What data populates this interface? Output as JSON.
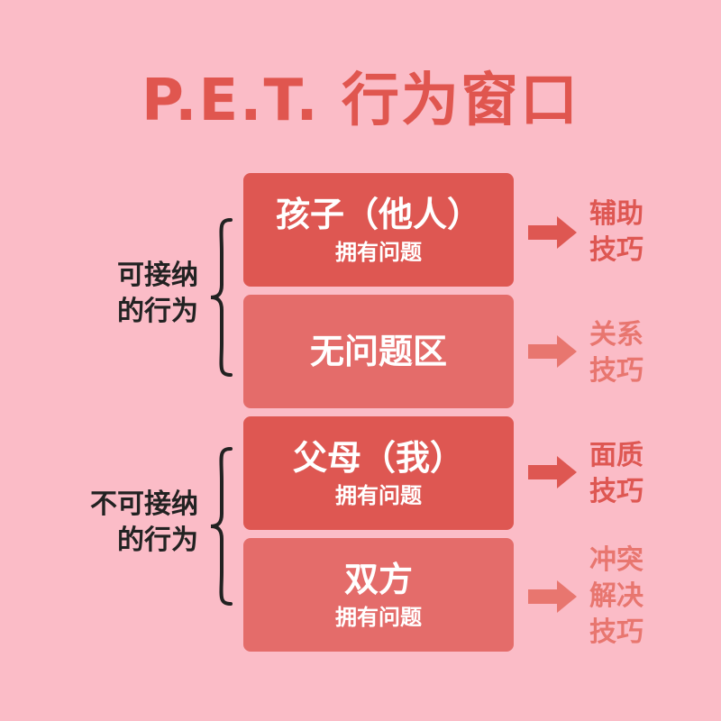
{
  "title": "P.E.T. 行为窗口",
  "left_groups": [
    {
      "lines": [
        "可接纳",
        "的行为"
      ]
    },
    {
      "lines": [
        "不可接纳",
        "的行为"
      ]
    }
  ],
  "boxes": [
    {
      "main": "孩子（他人）",
      "sub": "拥有问题"
    },
    {
      "main": "无问题区",
      "sub": ""
    },
    {
      "main": "父母（我）",
      "sub": "拥有问题"
    },
    {
      "main": "双方",
      "sub": "拥有问题"
    }
  ],
  "skills": [
    {
      "lines": [
        "辅助",
        "技巧"
      ]
    },
    {
      "lines": [
        "关系",
        "技巧"
      ]
    },
    {
      "lines": [
        "面质",
        "技巧"
      ]
    },
    {
      "lines": [
        "冲突",
        "解决",
        "技巧"
      ]
    }
  ],
  "colors": {
    "background": "#fbbcc7",
    "accent_dark": "#de5752",
    "accent_light": "#e46c6a",
    "label_text": "#222222"
  }
}
